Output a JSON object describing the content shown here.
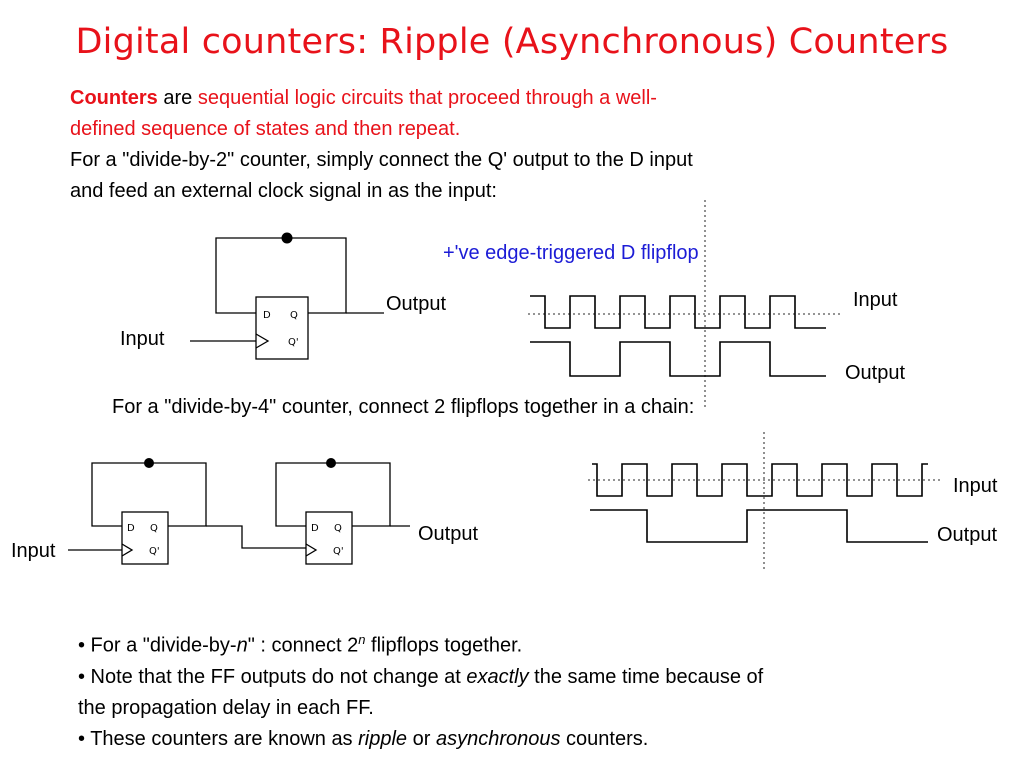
{
  "title": "Digital counters: Ripple (Asynchronous) Counters",
  "intro": {
    "term": "Counters",
    "are": "are",
    "definition_1": "sequential logic circuits that proceed through a well-",
    "definition_2": "defined sequence of states and then repeat.",
    "divide2_1": "For a \"divide-by-2\" counter, simply connect the Q' output to the D input",
    "divide2_2": "and feed an external clock signal in as the input:"
  },
  "diagram1": {
    "flipflop_caption": "+'ve edge-triggered D flipflop",
    "output_label": "Output",
    "input_label": "Input",
    "wave_input_label": "Input",
    "wave_output_label": "Output",
    "ff_d": "D",
    "ff_q": "Q",
    "ff_qbar": "Q'"
  },
  "divide4_text": "For a \"divide-by-4\" counter, connect 2 flipflops together in a chain:",
  "diagram2": {
    "output_label": "Output",
    "input_label": "Input",
    "wave_input_label": "Input",
    "wave_output_label": "Output"
  },
  "bullets": {
    "b1_pre": "• For a \"divide-by-",
    "b1_n": "n",
    "b1_mid": "\" : connect 2",
    "b1_sup": "n",
    "b1_post": " flipflops together.",
    "b2_pre": "• Note that the FF outputs do not change at ",
    "b2_em": "exactly",
    "b2_post": " the same time because of",
    "b3": "the propagation delay in each FF.",
    "b4_pre": "• These counters are known as ",
    "b4_em1": "ripple",
    "b4_mid": " or ",
    "b4_em2": "asynchronous",
    "b4_post": " counters."
  }
}
